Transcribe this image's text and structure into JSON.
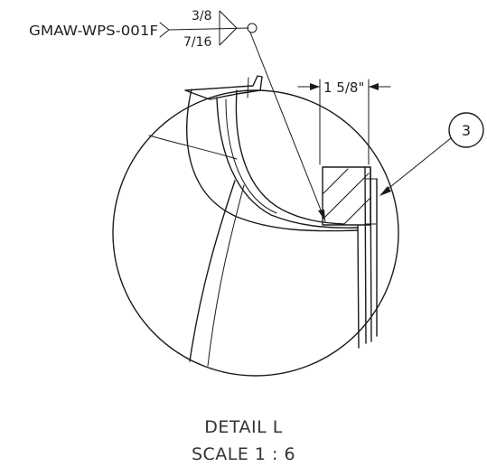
{
  "weld_symbol": {
    "wps_reference": "GMAW-WPS-001F",
    "size_top": "3/8",
    "size_bottom": "7/16"
  },
  "dimension": {
    "value": "1 5/8\""
  },
  "balloon": {
    "item_number": "3"
  },
  "detail": {
    "title": "DETAIL L",
    "scale": "SCALE 1 : 6"
  }
}
